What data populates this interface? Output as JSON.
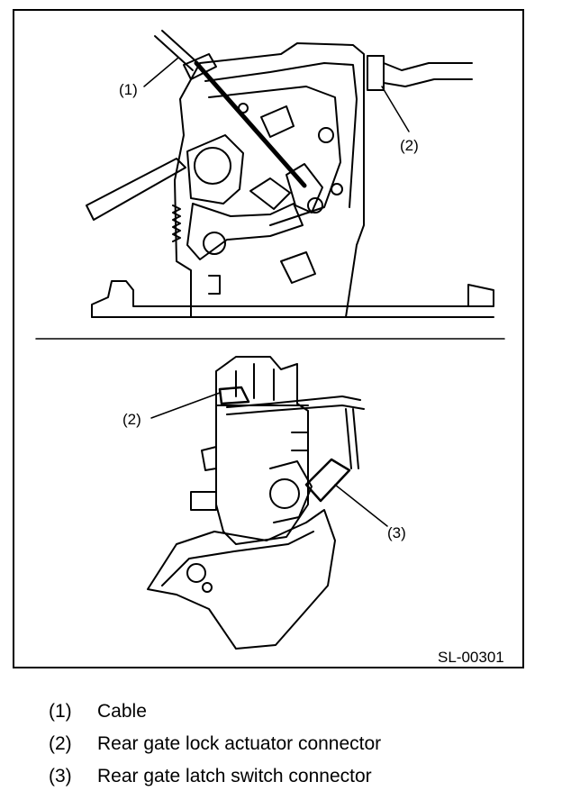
{
  "figure": {
    "id": "SL-00301",
    "top_callouts": [
      {
        "label": "(1)"
      },
      {
        "label": "(2)"
      }
    ],
    "bottom_callouts": [
      {
        "label": "(2)"
      },
      {
        "label": "(3)"
      }
    ]
  },
  "legend": [
    {
      "num": "(1)",
      "text": "Cable"
    },
    {
      "num": "(2)",
      "text": "Rear gate lock actuator connector"
    },
    {
      "num": "(3)",
      "text": "Rear gate latch switch connector"
    }
  ]
}
